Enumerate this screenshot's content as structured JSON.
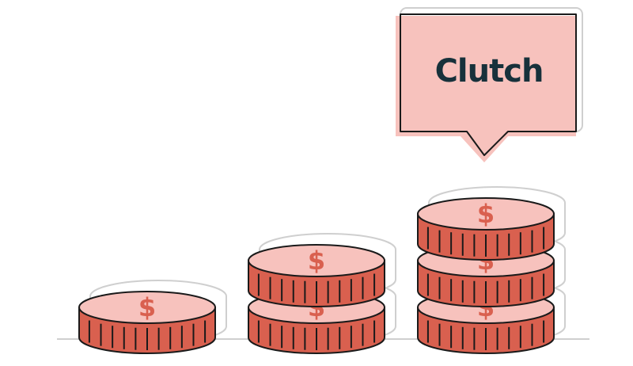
{
  "brand": {
    "name": "Clutch",
    "text_color": "#17313b"
  },
  "colors": {
    "coin_face": "#f7c2bd",
    "coin_edge": "#d9604f",
    "dollar_sign": "#d9604f",
    "outline": "#1a1a1a",
    "shadow_outline": "#cfcfcf",
    "bubble_fill": "#f7c2bd"
  },
  "coin_stacks": [
    {
      "name": "stack-1",
      "coins": 1
    },
    {
      "name": "stack-2",
      "coins": 2
    },
    {
      "name": "stack-3",
      "coins": 3
    }
  ],
  "icons": {
    "coin_symbol": "dollar-sign-icon",
    "bubble": "speech-bubble-icon"
  },
  "dollar_glyph": "$"
}
